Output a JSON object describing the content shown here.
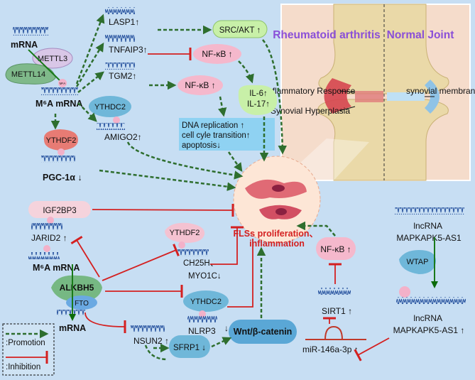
{
  "joint": {
    "ra_title": "Rheumatoid arthritis",
    "normal_title": "Normal Joint",
    "inflam_label": "Inflammatory Response",
    "syn_hyper_label": "Synovial Hyperplasia",
    "syn_membrane_label": "synovial membrane"
  },
  "top_pathway": {
    "mrna": "mRNA",
    "mettl3": "METTL3",
    "mettl14": "METTL14",
    "m6a_mrna": "M⁶A mRNA",
    "m6a_mark": "M⁶A",
    "lasp1": "LASP1↑",
    "tnfaip3": "TNFAIP3↑",
    "tgm2": "TGM2↑",
    "ythdc2": "YTHDC2",
    "amigo2": "AMIGO2↑",
    "ythdf2": "YTHDF2",
    "pgc1a": "PGC-1α  ↓",
    "src_akt": "SRC/AKT ↑",
    "nfkb1": "NF-κB ↑",
    "nfkb2": "NF-κB ↑",
    "il6": "IL-6↑",
    "il17": "IL-17↑",
    "dna_box": [
      "DNA replication ↑",
      "cell cyle transition↑",
      "apoptosis↓"
    ]
  },
  "center": {
    "fls_label": [
      "FLSs proliferation、",
      "inflammation"
    ]
  },
  "bottom_left": {
    "igf2bp3": "IGF2BP3",
    "jarid2": "JARID2 ↑",
    "m6a_mrna": "M⁶A mRNA",
    "alkbh5": "ALKBH5",
    "fto": "FTO",
    "mrna": "mRNA",
    "ythdf2": "YTHDF2",
    "ch25h": "CH25H、",
    "myo1c": "MYO1C↓",
    "ythdc2": "YTHDC2",
    "nlrp3": "NLRP3",
    "nlrp3_arrow": "↓",
    "nsun2": "NSUN2 ↑",
    "sfrp1": "SFRP1 ↓",
    "wnt": "Wnt/β-catenin"
  },
  "bottom_right": {
    "nfkb": "NF-κB ↑",
    "sirt1": "SIRT1  ↑",
    "mir": "miR-146a-3p ↑",
    "lnc_top": [
      "lncRNA",
      "MAPKAPK5-AS1"
    ],
    "wtap": "WTAP",
    "lnc_bottom": [
      "lncRNA",
      "MAPKAPK5-AS1 ↑"
    ]
  },
  "legend": {
    "promotion": ":Promotion",
    "inhibition": ":Inhibition"
  },
  "colors": {
    "background": "#c7def3",
    "promotion": "#2e6e2e",
    "inhibition": "#d42020",
    "green_node": "#c8f0a8",
    "pink_node": "#f5b8cc",
    "blue_node": "#5aa7d6",
    "title_purple": "#8a4fd8"
  }
}
